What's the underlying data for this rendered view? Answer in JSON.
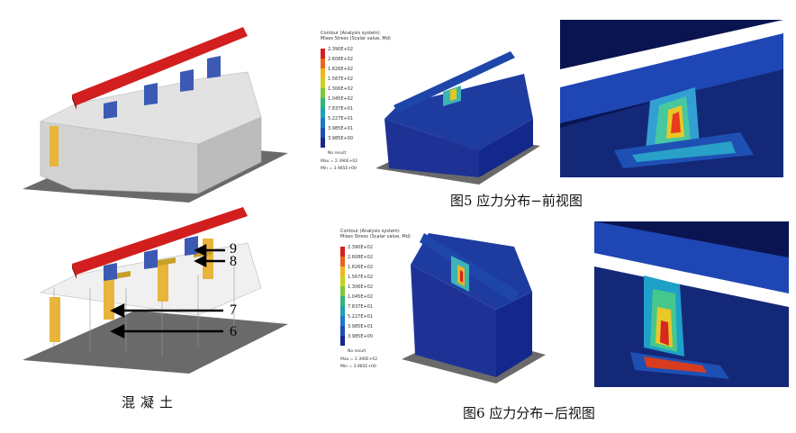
{
  "figure5": {
    "caption": "图5  应力分布−前视图"
  },
  "figure6": {
    "caption": "图6  应力分布−后视图"
  },
  "concrete_label": "混凝土",
  "callouts": [
    "9",
    "8",
    "7",
    "6"
  ],
  "legend": {
    "title1": "Contour (Analysis system)",
    "title2": "Mises Stress (Scalar value, Md)",
    "values": [
      "2.390E+02",
      "2.608E+02",
      "1.826E+02",
      "1.567E+02",
      "1.306E+02",
      "1.045E+02",
      "7.837E+01",
      "5.227E+01",
      "3.985E+01",
      "3.985E+00"
    ],
    "no_result": "No result",
    "max": "Max = 2.390E+02",
    "min": "Min = 3.985E+00"
  },
  "colors": [
    "#d81e1e",
    "#e8641c",
    "#f0b41e",
    "#c8d21e",
    "#7cc83c",
    "#32b478",
    "#1ea0b4",
    "#1e78c8",
    "#1e50b4",
    "#14288c"
  ]
}
